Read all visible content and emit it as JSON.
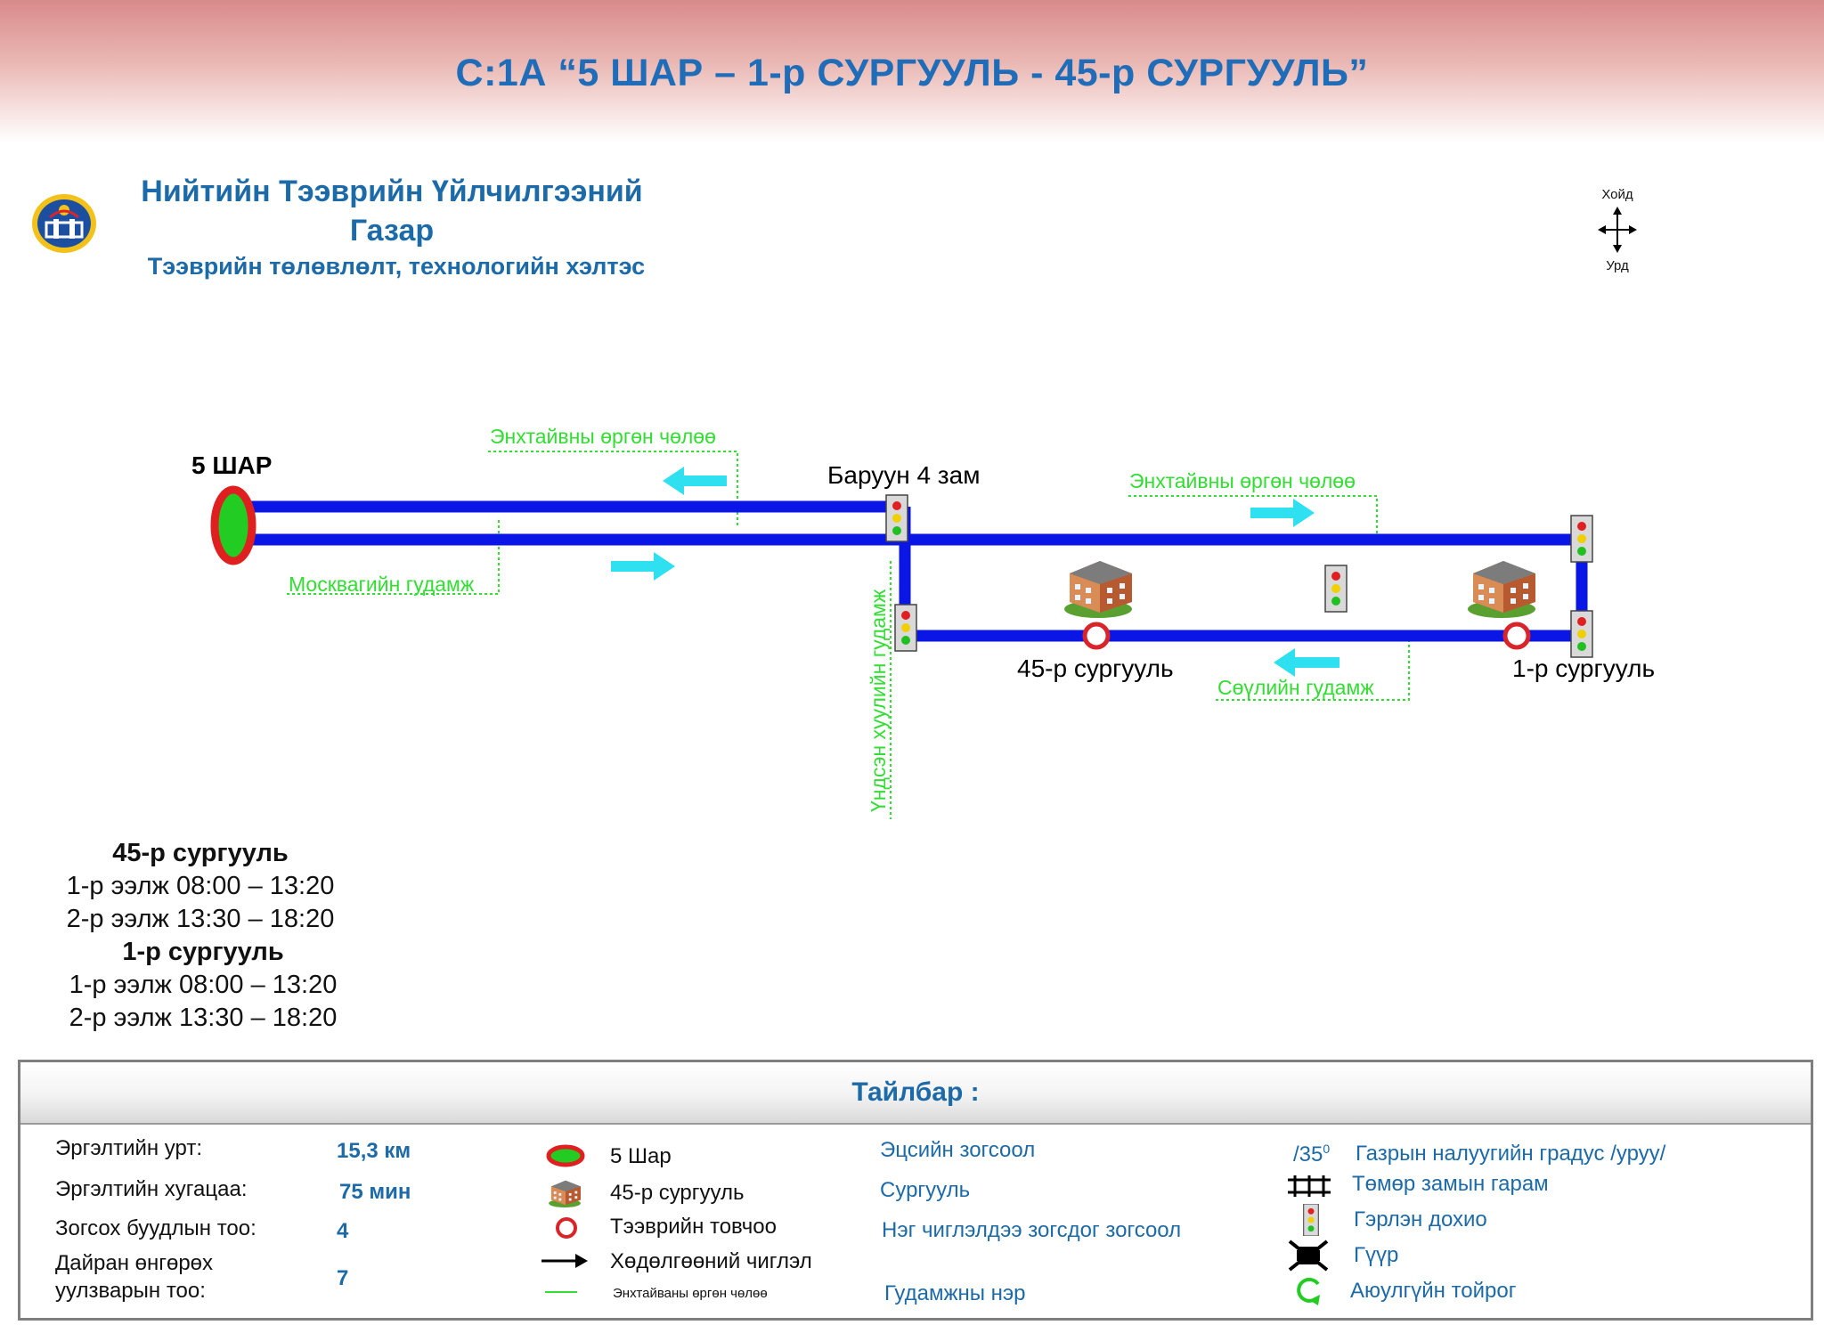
{
  "header": {
    "route_title": "С:1А “5 ШАР – 1-р СУРГУУЛЬ - 45-р СУРГУУЛЬ”",
    "org_name_line1": "Нийтийн Тээврийн Үйлчилгээний",
    "org_name_line2": "Газар",
    "org_department": "Тээврийн төлөвлөлт, технологийн хэлтэс"
  },
  "compass": {
    "north": "Хойд",
    "south": "Урд"
  },
  "map": {
    "terminal_label": "5 ШАР",
    "junction_label": "Баруун 4 зам",
    "school45_label": "45-р сургууль",
    "school1_label": "1-р сургууль",
    "streets": {
      "enkhtaivan_1": "Энхтайвны өргөн чөлөө",
      "enkhtaivan_2": "Энхтайвны өргөн чөлөө",
      "moskva": "Москвагийн гудамж",
      "undsen_khuuli": "Үндсэн хуулийн гудамж",
      "seul": "Сөүлийн гудамж"
    },
    "colors": {
      "route": "#0a16e6",
      "arrow": "#2ee0f0",
      "street_label": "#33dd33",
      "stop_ring": "#d9252a",
      "terminal_fill": "#22cc22"
    }
  },
  "schedule": {
    "school45_title": "45-р сургууль",
    "school45_shift1": "1-р ээлж 08:00 – 13:20",
    "school45_shift2": "2-р ээлж 13:30 – 18:20",
    "school1_title": "1-р сургууль",
    "school1_shift1": "1-р ээлж 08:00 – 13:20",
    "school1_shift2": "2-р ээлж 13:30 – 18:20"
  },
  "legend": {
    "title": "Тайлбар :",
    "stats": [
      {
        "label": "Эргэлтийн урт:",
        "value": "15,3 км"
      },
      {
        "label": "Эргэлтийн хугацаа:",
        "value": "75 мин"
      },
      {
        "label": "Зогсох буудлын тоо:",
        "value": "4"
      },
      {
        "label_line1": "Дайран өнгөрөх",
        "label_line2": "уулзварын тоо:",
        "value": "7"
      }
    ],
    "symbols": {
      "terminal": "5 Шар",
      "school": "45-р сургууль",
      "stop": "Тээврийн товчоо",
      "direction": "Хөдөлгөөний чиглэл",
      "street_line": "Энхтайваны өргөн чөлөө"
    },
    "meanings": {
      "terminal": "Эцсийн зогсоол",
      "school": "Сургууль",
      "stop": "Нэг чиглэлдээ зогсдог зогсоол",
      "street": "Гудамжны нэр"
    },
    "extra": {
      "slope_symbol": "/35",
      "slope_sup": "0",
      "slope": "Газрын налуугийн градус /уруу/",
      "rail": "Төмөр замын гарам",
      "traffic_light": "Гэрлэн дохио",
      "bridge": "Гүүр",
      "roundabout": "Аюулгүйн тойрог"
    }
  }
}
